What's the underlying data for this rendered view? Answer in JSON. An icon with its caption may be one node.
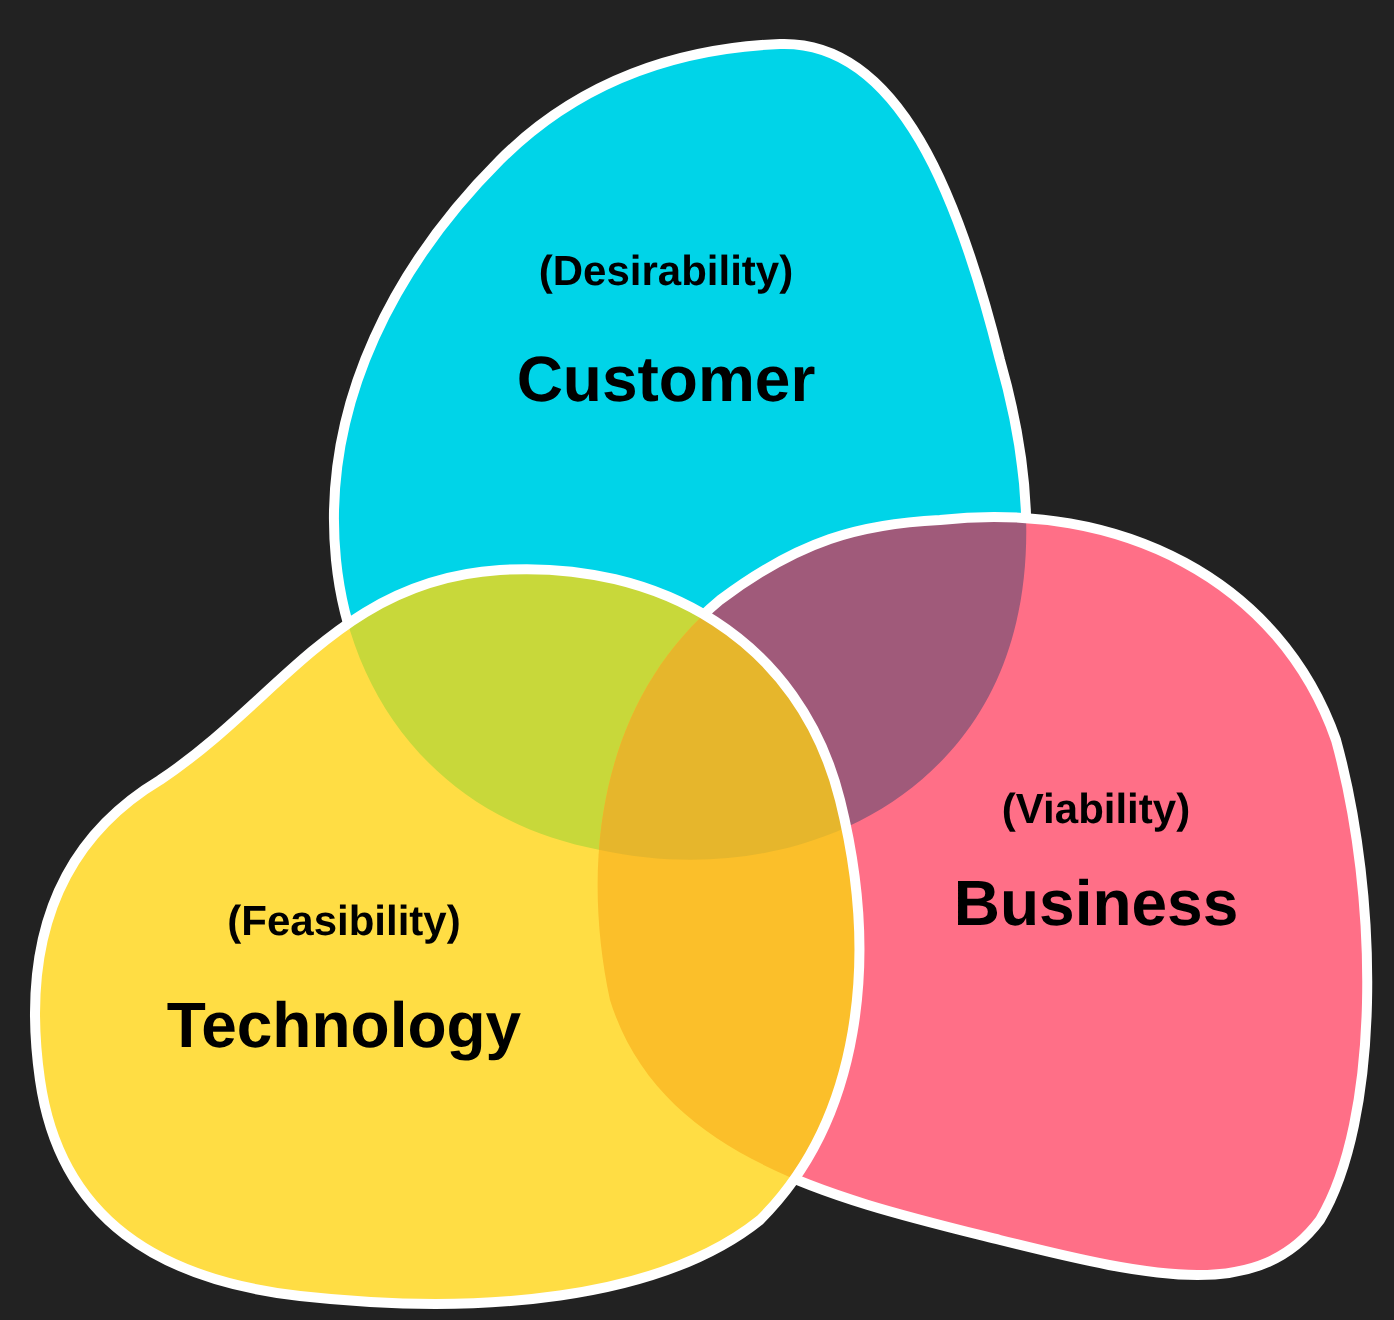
{
  "diagram": {
    "nodes": [
      {
        "text": [
          "(Desirability)",
          "Customer"
        ]
      },
      {
        "text": [
          "(Viability)",
          "Business"
        ]
      },
      {
        "text": [
          "(Feasibility)",
          "Technology"
        ]
      }
    ]
  }
}
